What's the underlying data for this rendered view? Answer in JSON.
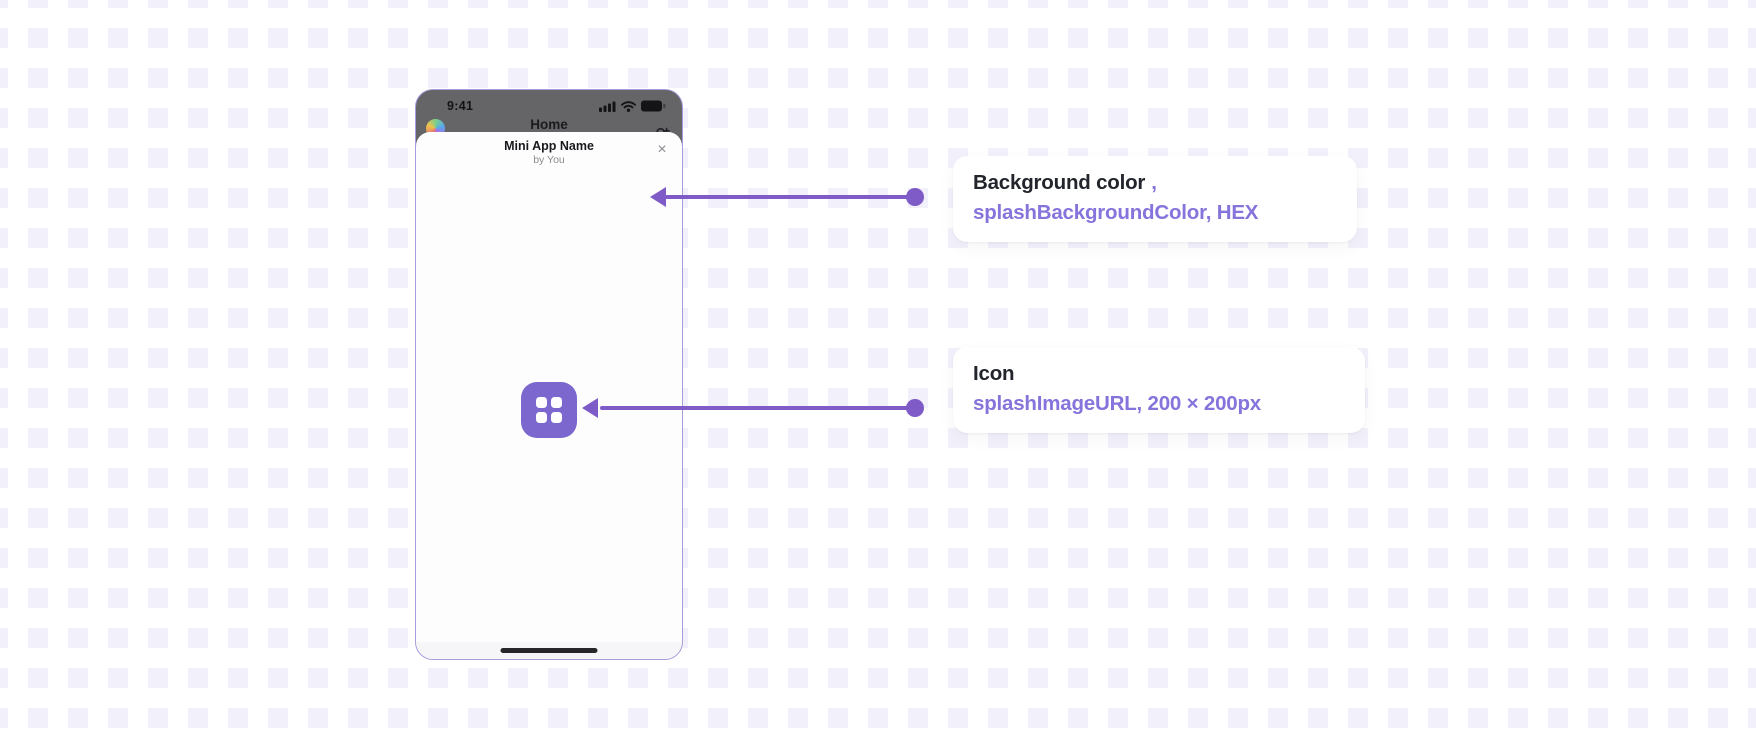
{
  "phone": {
    "status_bar": {
      "time": "9:41"
    },
    "home_screen": {
      "title": "Home"
    },
    "sheet": {
      "app_name": "Mini App Name",
      "byline": "by You",
      "close_glyph": "×"
    }
  },
  "callouts": [
    {
      "label": "Background color",
      "label_suffix": ",",
      "value": "splashBackgroundColor, HEX"
    },
    {
      "label": "Icon",
      "label_suffix": "",
      "value": "splashImageURL, 200 × 200px"
    }
  ],
  "colors": {
    "annotation_purple": "#7e5bc6",
    "callout_value_purple": "#8673db",
    "app_icon_purple": "#7c67cf",
    "dimmed_header_gray": "#656467",
    "background_square_lavender": "#f2f1fb",
    "card_text_dark": "#22252c"
  }
}
